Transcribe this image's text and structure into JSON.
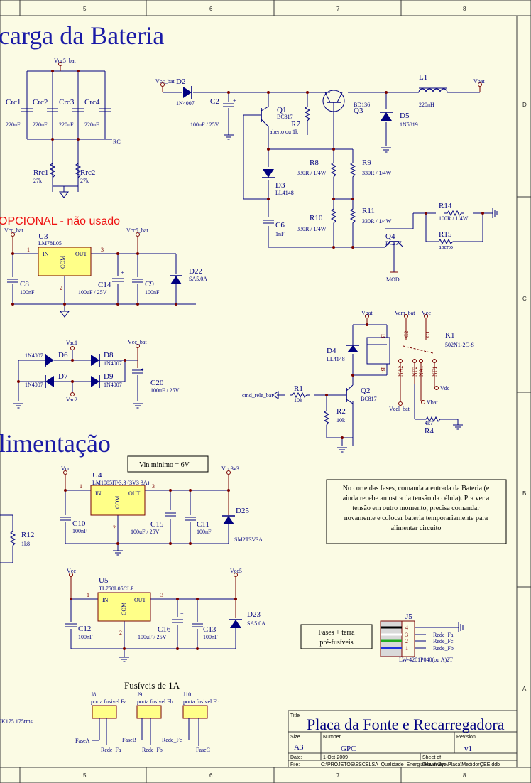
{
  "frame": {
    "col_labels": [
      "5",
      "6",
      "7",
      "8"
    ],
    "row_labels": [
      "D",
      "C",
      "B",
      "A"
    ]
  },
  "headings": {
    "battery": "carga da Bateria",
    "optional": "OPCIONAL - não usado",
    "power": "limentação",
    "fuses": "Fusíveis de 1A"
  },
  "notes": {
    "vin_min": "Vin minimo = 6V",
    "phase_cut": [
      "No corte das fases, comanda a entrada da Bateria (e",
      "ainda recebe amostra da tensão da célula). Pra ver a",
      "tensão em outro momento, precisa comandar",
      "novamente e colocar bateria temporariamente para",
      "alimentar circuito"
    ],
    "fases_terra": [
      "Fases + terra",
      "pré-fusíveis"
    ],
    "varistor": "0K175 175rms"
  },
  "nets": {
    "vcc5_bat": "Vcc5_bat",
    "vcc_bat": "Vcc_bat",
    "vbat": "Vbat",
    "vam_bat": "Vam_bat",
    "vcc": "Vcc",
    "vac1": "Vac1",
    "vac2": "Vac2",
    "vcc3v3": "Vcc3v3",
    "vcc5": "Vcc5",
    "vdc": "Vdc",
    "vcel_bat": "Vcel_bat",
    "rc": "RC",
    "mod": "MOD",
    "cmd_rele_bat": "cmd_rele_bat",
    "fasea": "FaseA",
    "faseb": "FaseB",
    "fasec": "FaseC",
    "rede_fa": "Rede_Fa",
    "rede_fb": "Rede_Fb",
    "rede_fc": "Rede_Fc"
  },
  "components": {
    "crc1": {
      "ref": "Crc1",
      "val": "220nF"
    },
    "crc2": {
      "ref": "Crc2",
      "val": "220nF"
    },
    "crc3": {
      "ref": "Crc3",
      "val": "220nF"
    },
    "crc4": {
      "ref": "Crc4",
      "val": "220nF"
    },
    "rrc1": {
      "ref": "Rrc1",
      "val": "27k"
    },
    "rrc2": {
      "ref": "Rrc2",
      "val": "27k"
    },
    "d2": {
      "ref": "D2",
      "val": "1N4007"
    },
    "c2": {
      "ref": "C2",
      "val": "100nF / 25V"
    },
    "q1": {
      "ref": "Q1",
      "val": "BC817"
    },
    "r7": {
      "ref": "R7",
      "val": "aberto ou 1k"
    },
    "q3": {
      "ref": "Q3",
      "val": "BD136"
    },
    "l1": {
      "ref": "L1",
      "val": "220nH"
    },
    "d5": {
      "ref": "D5",
      "val": "1N5819"
    },
    "d3": {
      "ref": "D3",
      "val": "LL4148"
    },
    "c6": {
      "ref": "C6",
      "val": "1nF"
    },
    "r8": {
      "ref": "R8",
      "val": "330R / 1/4W"
    },
    "r9": {
      "ref": "R9",
      "val": "330R / 1/4W"
    },
    "r10": {
      "ref": "R10",
      "val": "330R / 1/4W"
    },
    "r11": {
      "ref": "R11",
      "val": "330R / 1/4W"
    },
    "r14": {
      "ref": "R14",
      "val": "100R / 1/4W"
    },
    "r15": {
      "ref": "R15",
      "val": "aberto"
    },
    "q4": {
      "ref": "Q4",
      "val": "BC237"
    },
    "u3": {
      "ref": "U3",
      "val": "LM78L05"
    },
    "c8": {
      "ref": "C8",
      "val": "100nF"
    },
    "c14": {
      "ref": "C14",
      "val": "100uF / 25V"
    },
    "c9": {
      "ref": "C9",
      "val": "100nF"
    },
    "d22": {
      "ref": "D22",
      "val": "SA5.0A"
    },
    "d6": {
      "ref": "D6",
      "val": "1N4007"
    },
    "d7": {
      "ref": "D7",
      "val": "1N4007"
    },
    "d8": {
      "ref": "D8",
      "val": "1N4007"
    },
    "d9": {
      "ref": "D9",
      "val": "1N4007"
    },
    "c20": {
      "ref": "C20",
      "val": "100uF / 25V"
    },
    "d4": {
      "ref": "D4",
      "val": "LL4148"
    },
    "k1": {
      "ref": "K1",
      "val": "502N1-2C-S"
    },
    "r1": {
      "ref": "R1",
      "val": "10k"
    },
    "r2": {
      "ref": "R2",
      "val": "10k"
    },
    "q2": {
      "ref": "Q2",
      "val": "BC817"
    },
    "r4": {
      "ref": "R4",
      "val": "4k7"
    },
    "u4": {
      "ref": "U4",
      "val": "LM1085IT-3.3 (3V3 3A)"
    },
    "c10": {
      "ref": "C10",
      "val": "100nF"
    },
    "c15": {
      "ref": "C15",
      "val": "100uF / 25V"
    },
    "c11": {
      "ref": "C11",
      "val": "100nF"
    },
    "d25": {
      "ref": "D25",
      "val": "SM2T3V3A"
    },
    "r12": {
      "ref": "R12",
      "val": "1k8"
    },
    "u5": {
      "ref": "U5",
      "val": "TL750L05CLP"
    },
    "c12": {
      "ref": "C12",
      "val": "100nF"
    },
    "c16": {
      "ref": "C16",
      "val": "100uF / 25V"
    },
    "c13": {
      "ref": "C13",
      "val": "100nF"
    },
    "d23": {
      "ref": "D23",
      "val": "SA5.0A"
    },
    "j5": {
      "ref": "J5",
      "val": "LW-4201P040(ou A)2T"
    },
    "j8": {
      "ref": "J8",
      "val": "porta fusivel Fa"
    },
    "j9": {
      "ref": "J9",
      "val": "porta fusivel Fb"
    },
    "j10": {
      "ref": "J10",
      "val": "porta fusivel Fc"
    }
  },
  "pins": {
    "in": "IN",
    "out": "OUT",
    "com": "COM",
    "k1_c1": "C1",
    "k1_c2": "C2",
    "k1_na1": "NA1",
    "k1_na2": "NA2",
    "k1_nf1": "NF1",
    "k1_nf2": "NF2",
    "j5_pins": [
      "4",
      "3",
      "2",
      "1"
    ]
  },
  "title_block": {
    "title_label": "Title",
    "title": "Placa da Fonte e Recarregadora",
    "size_label": "Size",
    "size": "A3",
    "number_label": "Number",
    "number": "GPC",
    "revision_label": "Revision",
    "revision": "v1",
    "date_label": "Date:",
    "date": "1-Oct-2009",
    "sheet_label": "Sheet    of",
    "file_label": "File:",
    "file": "C:\\PROJETOS\\ESCELSA_Qualidade_Energia\\Hardware\\Placa\\MedidorQEE.ddb",
    "drawn_label": "Drawn By:"
  }
}
